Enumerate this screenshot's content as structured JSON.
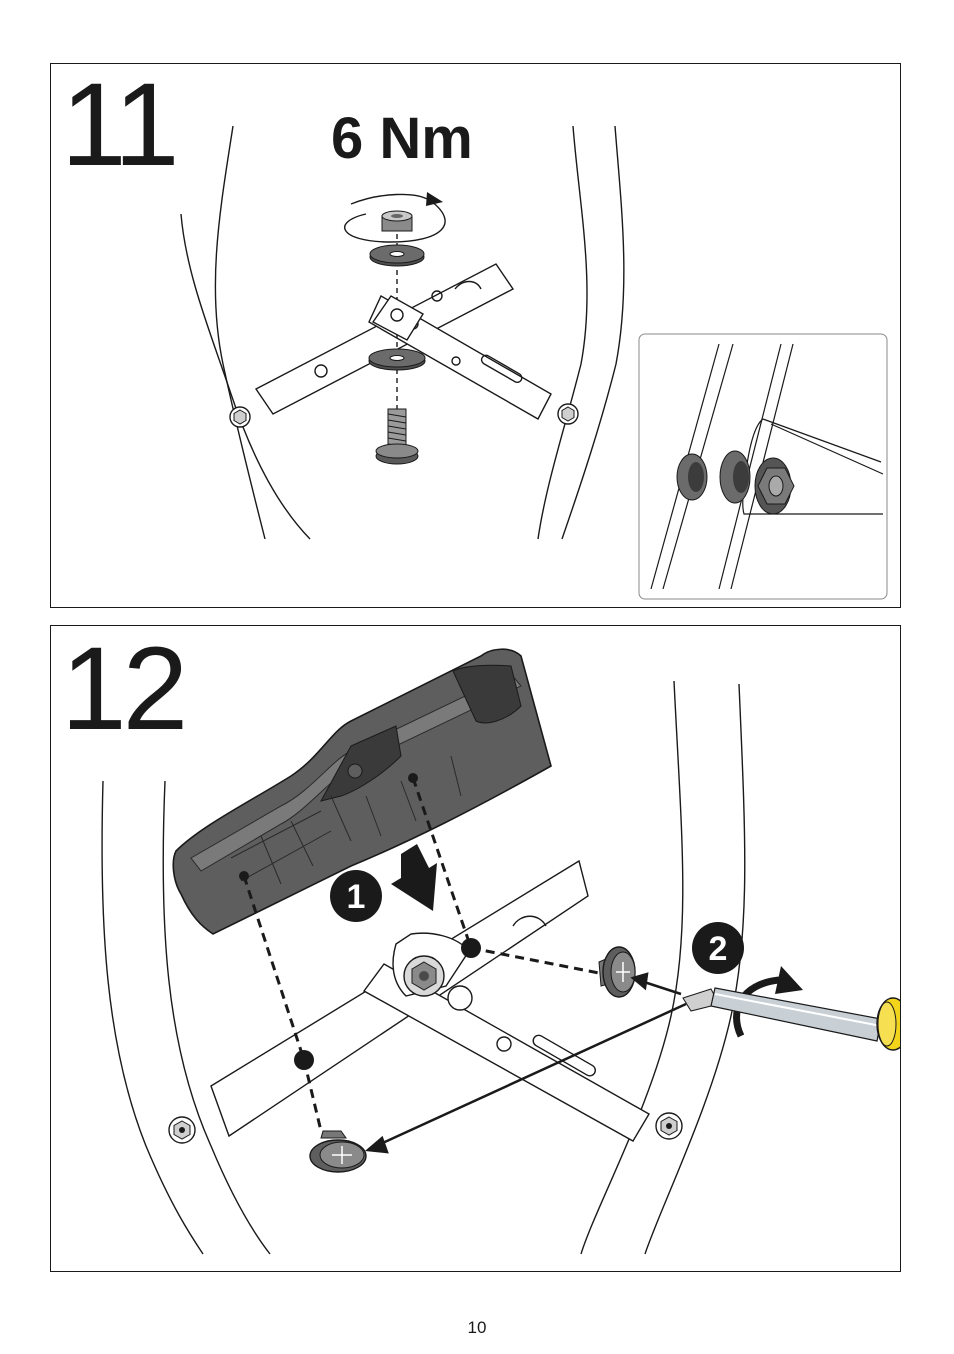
{
  "steps": [
    {
      "number": "11",
      "torque": "6 Nm"
    },
    {
      "number": "12",
      "badges": [
        "1",
        "2"
      ]
    }
  ],
  "page_number": "10",
  "colors": {
    "ink": "#1a1a1a",
    "part_grey": "#5e5e5e",
    "dark_grey": "#3a3a3a",
    "handle_yellow": "#f2d41a",
    "shaft": "#c8d0d6"
  }
}
